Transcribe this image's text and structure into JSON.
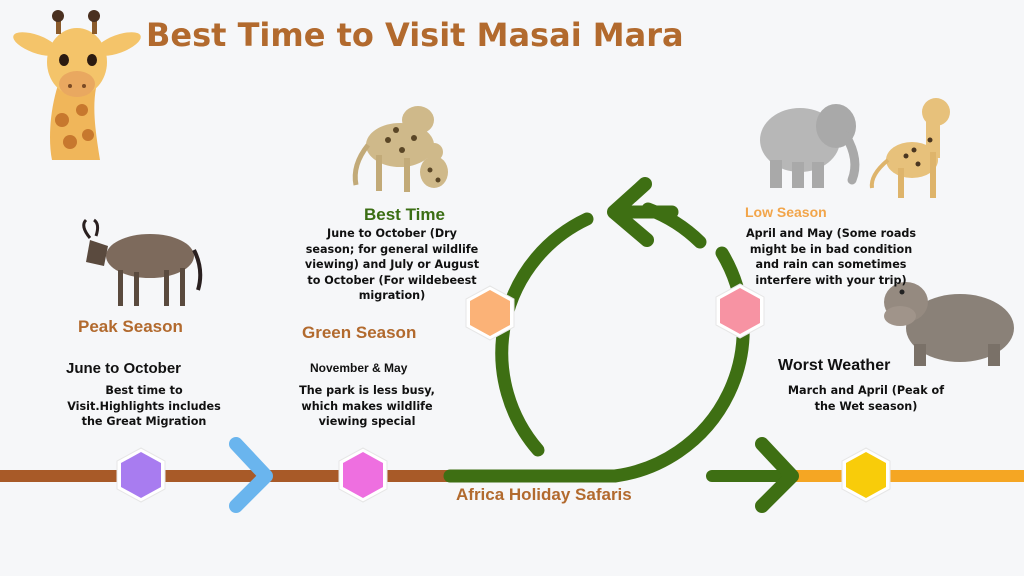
{
  "title": "Best Time to Visit Masai Mara",
  "brand": "Africa Holiday Safaris",
  "colors": {
    "timeline_brown": "#a85a28",
    "cycle_green": "#3e6f13",
    "arrow_blue": "#6ab5ee",
    "timeline_orange": "#f5a623"
  },
  "stages": [
    {
      "season": "Peak Season",
      "heading": "June to October",
      "description": "Best time to Visit.Highlights includes the Great Migration",
      "marker_color": "#a87cf0",
      "animal": "wildebeest-icon"
    },
    {
      "season": "Green Season",
      "heading": "November & May",
      "description": "The park is less busy, which makes wildlife viewing special",
      "marker_color": "#ee6fe0"
    },
    {
      "season": "Best Time",
      "description": "June to October (Dry season; for general wildlife viewing) and July or August to October (For wildebeest migration)",
      "marker_color": "#fbb277",
      "animal": "leopard-icon"
    },
    {
      "season": "Low Season",
      "description": "April and May (Some roads might be in bad condition and rain can sometimes interfere with your trip)",
      "marker_color": "#f793a3",
      "animals": [
        "elephant-icon",
        "cheetah-icon"
      ]
    },
    {
      "heading": "Worst Weather",
      "description": "March and April (Peak of the Wet season)",
      "marker_color": "#f8cc0a",
      "animal": "hippo-icon"
    }
  ]
}
